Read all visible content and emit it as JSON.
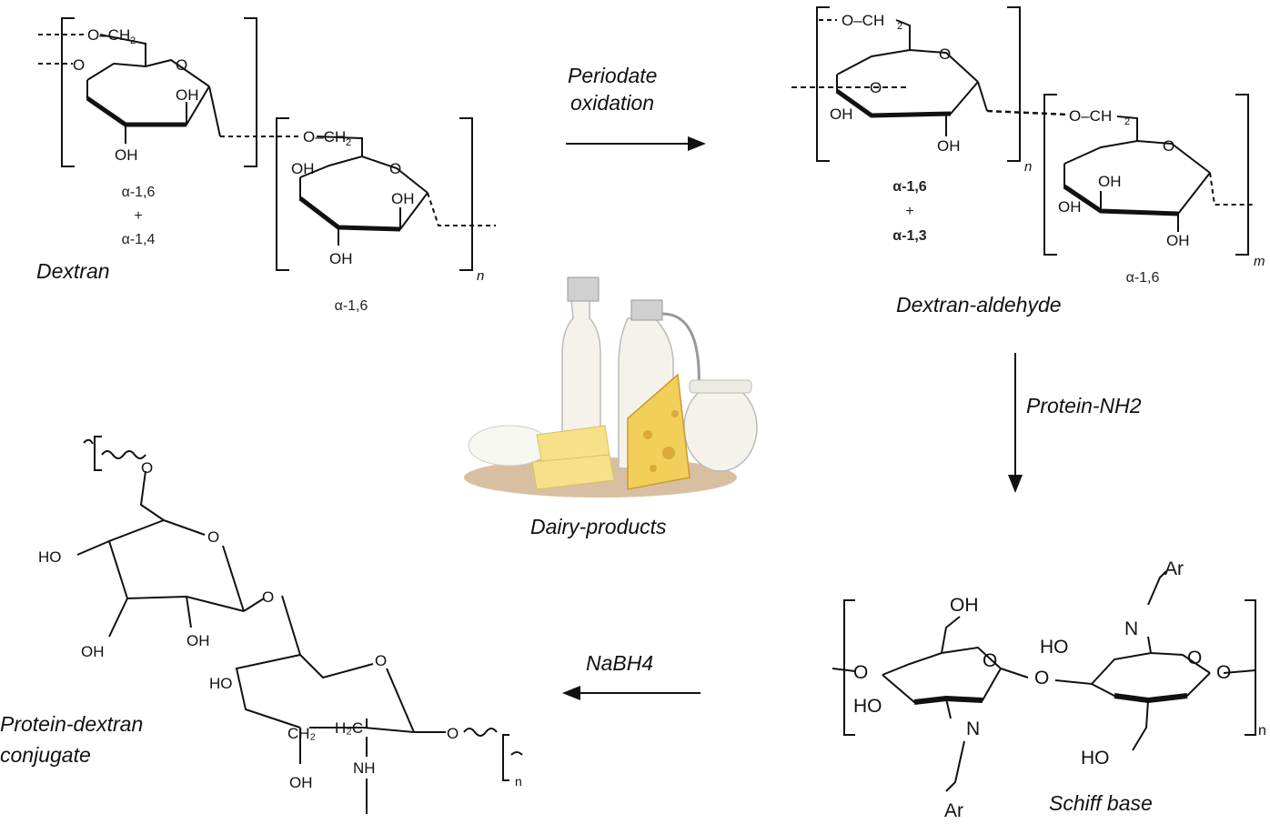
{
  "labels": {
    "periodate_1": "Periodate",
    "periodate_2": "oxidation",
    "dextran": "Dextran",
    "dextran_aldehyde": "Dextran-aldehyde",
    "protein_nh2": "Protein-NH2",
    "dairy_products": "Dairy-products",
    "nabh4": "NaBH4",
    "conjugate_1": "Protein-dextran",
    "conjugate_2": "conjugate",
    "schiff_base": "Schiff base"
  },
  "linkages": {
    "dextran_a16": "α-1,6",
    "dextran_plus": "+",
    "dextran_a14": "α-1,4",
    "dextran_unit2": "α-1,6",
    "aldehyde_a16": "α-1,6",
    "aldehyde_plus": "+",
    "aldehyde_a13": "α-1,3",
    "aldehyde_unit2": "α-1,6"
  },
  "atoms": {
    "O": "O",
    "OH": "OH",
    "HO": "HO",
    "O_CH2": "O–CH",
    "H2C": "H₂C",
    "CH2": "CH₂",
    "NH": "NH",
    "N": "N",
    "Ar": "Ar",
    "sub2": "2",
    "n": "n",
    "m": "m"
  },
  "colors": {
    "ink": "#111111",
    "milk": "#f4f2ea",
    "cheese": "#f2cf5a",
    "cheese_dark": "#d9a93a",
    "butter": "#f6e08a",
    "board": "#c9a47a"
  }
}
